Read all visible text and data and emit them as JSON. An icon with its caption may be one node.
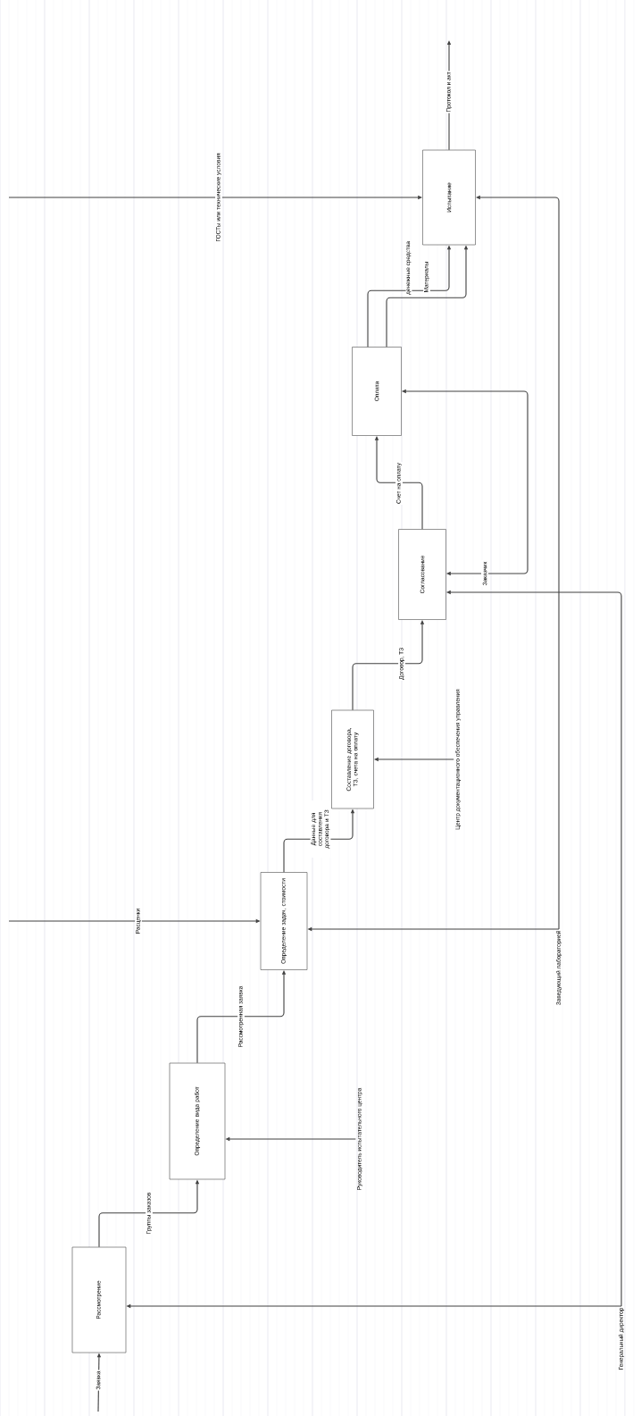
{
  "diagram": {
    "nodes": [
      {
        "text": [
          "Рассмотрение"
        ]
      },
      {
        "text": [
          "Определение вида работ"
        ]
      },
      {
        "text": [
          "Определение задач, стоимости"
        ]
      },
      {
        "text": [
          "Составление договора, ТЗ, счета на оплату"
        ]
      },
      {
        "text": [
          "Согласование"
        ]
      },
      {
        "text": [
          "Оплата"
        ]
      },
      {
        "text": [
          "Испытание"
        ]
      },
      {
        "text": [
          "Руководитель испытательного центра"
        ]
      },
      {
        "text": [
          "Центр документационного обеспечения управления"
        ]
      },
      {
        "text": [
          "Заведующий лабораторией"
        ]
      },
      {
        "text": [
          "Заказчик"
        ]
      },
      {
        "text": [
          "Генеральный директор"
        ]
      }
    ],
    "edges": [
      {
        "from": null,
        "to": 0,
        "arrow": "to",
        "label": "Заявка"
      },
      {
        "from": 0,
        "to": 1,
        "arrow": "to",
        "label": "Группы заказов"
      },
      {
        "from": 1,
        "to": 2,
        "arrow": "to",
        "label": "Рассмотренная заявка"
      },
      {
        "from": 2,
        "to": 3,
        "arrow": "to",
        "label": "Данные для составления договора и ТЗ"
      },
      {
        "from": 3,
        "to": 4,
        "arrow": "to",
        "label": "Договор, ТЗ"
      },
      {
        "from": 4,
        "to": 5,
        "arrow": "to",
        "label": "Счет на оплату"
      },
      {
        "from": 5,
        "to": 6,
        "arrow": "to",
        "label": "денежные средства"
      },
      {
        "from": 5,
        "to": 6,
        "arrow": "to",
        "label": "Материалы"
      },
      {
        "from": 6,
        "to": null,
        "arrow": "to",
        "label": "Протокол и акт"
      },
      {
        "from": null,
        "to": 6,
        "arrow": "to",
        "label": "ГОСТы или технические условия"
      },
      {
        "from": null,
        "to": 2,
        "arrow": "to",
        "label": "Расценки"
      },
      {
        "from": 7,
        "to": 1,
        "arrow": "to"
      },
      {
        "from": 8,
        "to": 3,
        "arrow": "to"
      },
      {
        "from": 9,
        "to": 6,
        "arrow": "to"
      },
      {
        "from": 9,
        "to": 2,
        "arrow": "to"
      },
      {
        "from": 10,
        "to": 4,
        "arrow": "to"
      },
      {
        "from": 10,
        "to": 5,
        "arrow": "to"
      },
      {
        "from": 11,
        "to": 4,
        "arrow": "to"
      },
      {
        "from": 11,
        "to": 0,
        "arrow": "to"
      }
    ]
  }
}
